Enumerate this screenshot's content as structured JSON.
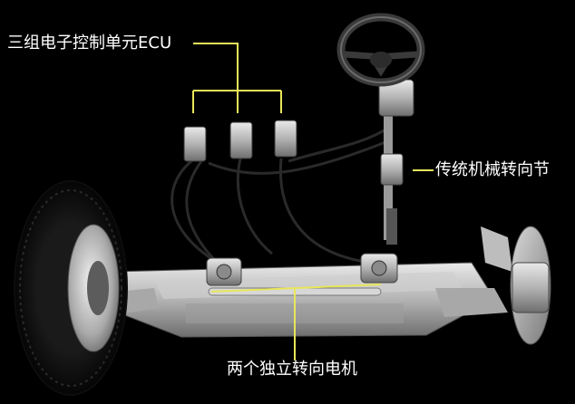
{
  "callouts": {
    "ecu": "三组电子控制单元ECU",
    "mechanical_knuckle": "传统机械转向节",
    "motors": "两个独立转向电机"
  },
  "colors": {
    "background": "#000000",
    "callout_line": "#e8e65a",
    "label_text": "#ffffff"
  }
}
